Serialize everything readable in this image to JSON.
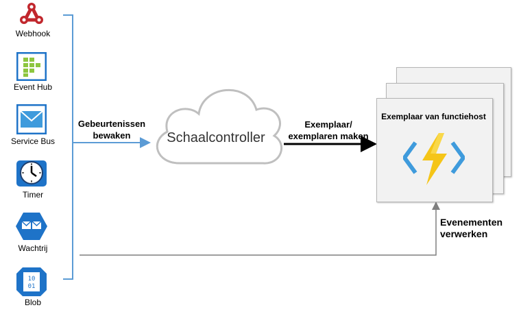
{
  "sources": [
    {
      "label": "Webhook",
      "icon": "webhook-icon"
    },
    {
      "label": "Event Hub",
      "icon": "event-hub-icon"
    },
    {
      "label": "Service Bus",
      "icon": "service-bus-icon"
    },
    {
      "label": "Timer",
      "icon": "timer-icon"
    },
    {
      "label": "Wachtrij",
      "icon": "queue-icon"
    },
    {
      "label": "Blob",
      "icon": "blob-icon"
    }
  ],
  "monitor_label": [
    "Gebeurtenissen",
    "bewaken"
  ],
  "scale_controller": "Schaalcontroller",
  "create_label": [
    "Exemplaar/",
    "exemplaren maken"
  ],
  "host_title": "Exemplaar van functiehost",
  "process_label": [
    "Evenementen",
    "verwerken"
  ],
  "colors": {
    "bracket": "#5b9bd5",
    "arrow_blue": "#5b9bd5",
    "arrow_black": "#000000",
    "arrow_gray": "#7f7f7f",
    "function_bolt": "#f5c518",
    "function_brackets": "#3f9bdc",
    "icon_blue": "#1e73c8",
    "event_hub_green": "#8dc63f",
    "webhook_red": "#c1272d"
  }
}
